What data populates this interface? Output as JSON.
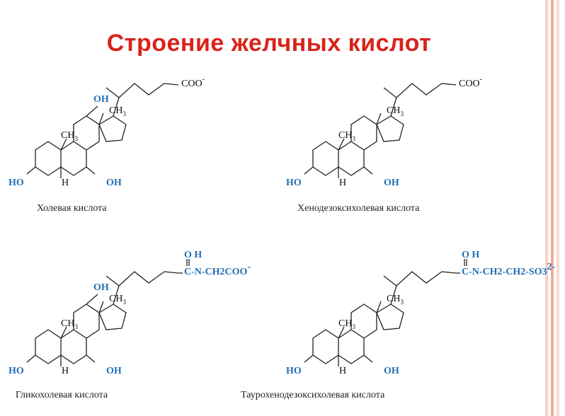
{
  "title": "Строение желчных кислот",
  "colors": {
    "title": "#d9231b",
    "group": "#1f6fb5",
    "bond": "#222222",
    "deco": "#f2b9ad"
  },
  "labels": {
    "ch3": "CH",
    "ch3_sub": "3",
    "h": "H",
    "ho": "HO",
    "oh": "OH"
  },
  "molecules": [
    {
      "name": "Холевая кислота",
      "tail": "COO",
      "tail_charge": "-"
    },
    {
      "name": "Хенодезоксихолевая кислота",
      "tail": "COO",
      "tail_charge": "-"
    },
    {
      "name": "Гликохолевая кислота",
      "tail_top": "O H",
      "tail": "C-N-CH2COO",
      "tail_charge": "-"
    },
    {
      "name": "Таурохенодезоксихолевая кислота",
      "tail_top": "O H",
      "tail": "C-N-CH2-CH2-SO3",
      "tail_charge": "2-"
    }
  ]
}
